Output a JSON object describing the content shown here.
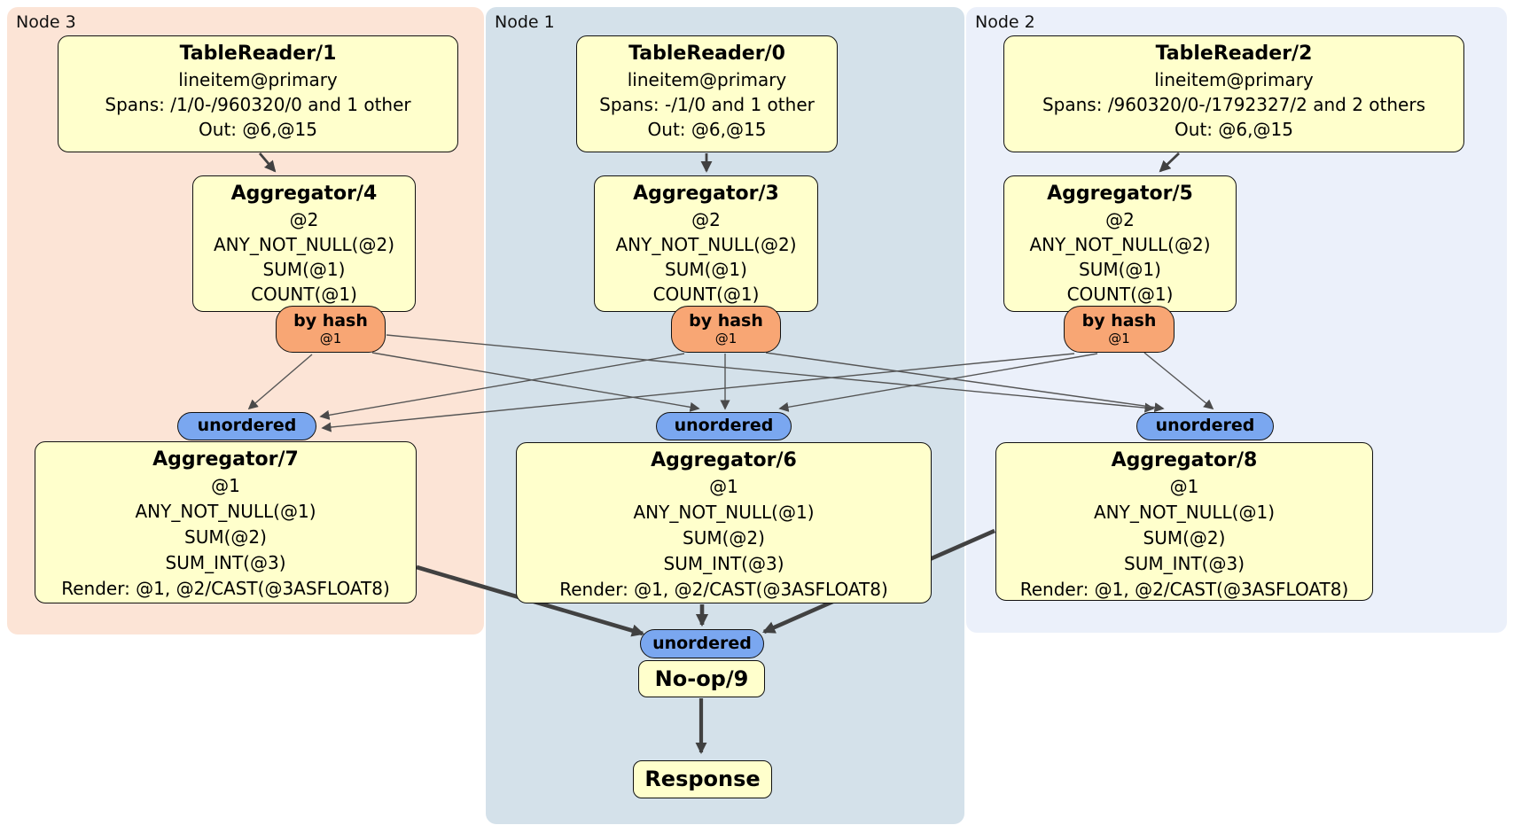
{
  "colors": {
    "node3_bg": "#fce4d6",
    "node1_bg": "#d4e1ea",
    "node2_bg": "#ebf0fa",
    "processor_fill": "#ffffcc",
    "hash_router_fill": "#f8a674",
    "sync_fill": "#7aa7f0",
    "edge_thin": "#555555",
    "edge_thick": "#414141"
  },
  "node3": {
    "label": "Node 3",
    "tablereader": {
      "title": "TableReader/1",
      "table": "lineitem@primary",
      "spans": "Spans: /1/0-/960320/0 and 1 other",
      "out": "Out: @6,@15"
    },
    "aggregator_top": {
      "title": "Aggregator/4",
      "lines": [
        "@2",
        "ANY_NOT_NULL(@2)",
        "SUM(@1)",
        "COUNT(@1)"
      ]
    },
    "hash_router": {
      "label": "by hash",
      "detail": "@1"
    },
    "sync": {
      "label": "unordered"
    },
    "aggregator_bottom": {
      "title": "Aggregator/7",
      "lines": [
        "@1",
        "ANY_NOT_NULL(@1)",
        "SUM(@2)",
        "SUM_INT(@3)",
        "Render: @1, @2/CAST(@3ASFLOAT8)"
      ]
    }
  },
  "node1": {
    "label": "Node 1",
    "tablereader": {
      "title": "TableReader/0",
      "table": "lineitem@primary",
      "spans": "Spans: -/1/0 and 1 other",
      "out": "Out: @6,@15"
    },
    "aggregator_top": {
      "title": "Aggregator/3",
      "lines": [
        "@2",
        "ANY_NOT_NULL(@2)",
        "SUM(@1)",
        "COUNT(@1)"
      ]
    },
    "hash_router": {
      "label": "by hash",
      "detail": "@1"
    },
    "sync": {
      "label": "unordered"
    },
    "aggregator_bottom": {
      "title": "Aggregator/6",
      "lines": [
        "@1",
        "ANY_NOT_NULL(@1)",
        "SUM(@2)",
        "SUM_INT(@3)",
        "Render: @1, @2/CAST(@3ASFLOAT8)"
      ]
    },
    "final_sync": {
      "label": "unordered"
    },
    "noop": {
      "title": "No-op/9"
    },
    "response": {
      "title": "Response"
    }
  },
  "node2": {
    "label": "Node 2",
    "tablereader": {
      "title": "TableReader/2",
      "table": "lineitem@primary",
      "spans": "Spans: /960320/0-/1792327/2 and 2 others",
      "out": "Out: @6,@15"
    },
    "aggregator_top": {
      "title": "Aggregator/5",
      "lines": [
        "@2",
        "ANY_NOT_NULL(@2)",
        "SUM(@1)",
        "COUNT(@1)"
      ]
    },
    "hash_router": {
      "label": "by hash",
      "detail": "@1"
    },
    "sync": {
      "label": "unordered"
    },
    "aggregator_bottom": {
      "title": "Aggregator/8",
      "lines": [
        "@1",
        "ANY_NOT_NULL(@1)",
        "SUM(@2)",
        "SUM_INT(@3)",
        "Render: @1, @2/CAST(@3ASFLOAT8)"
      ]
    }
  }
}
